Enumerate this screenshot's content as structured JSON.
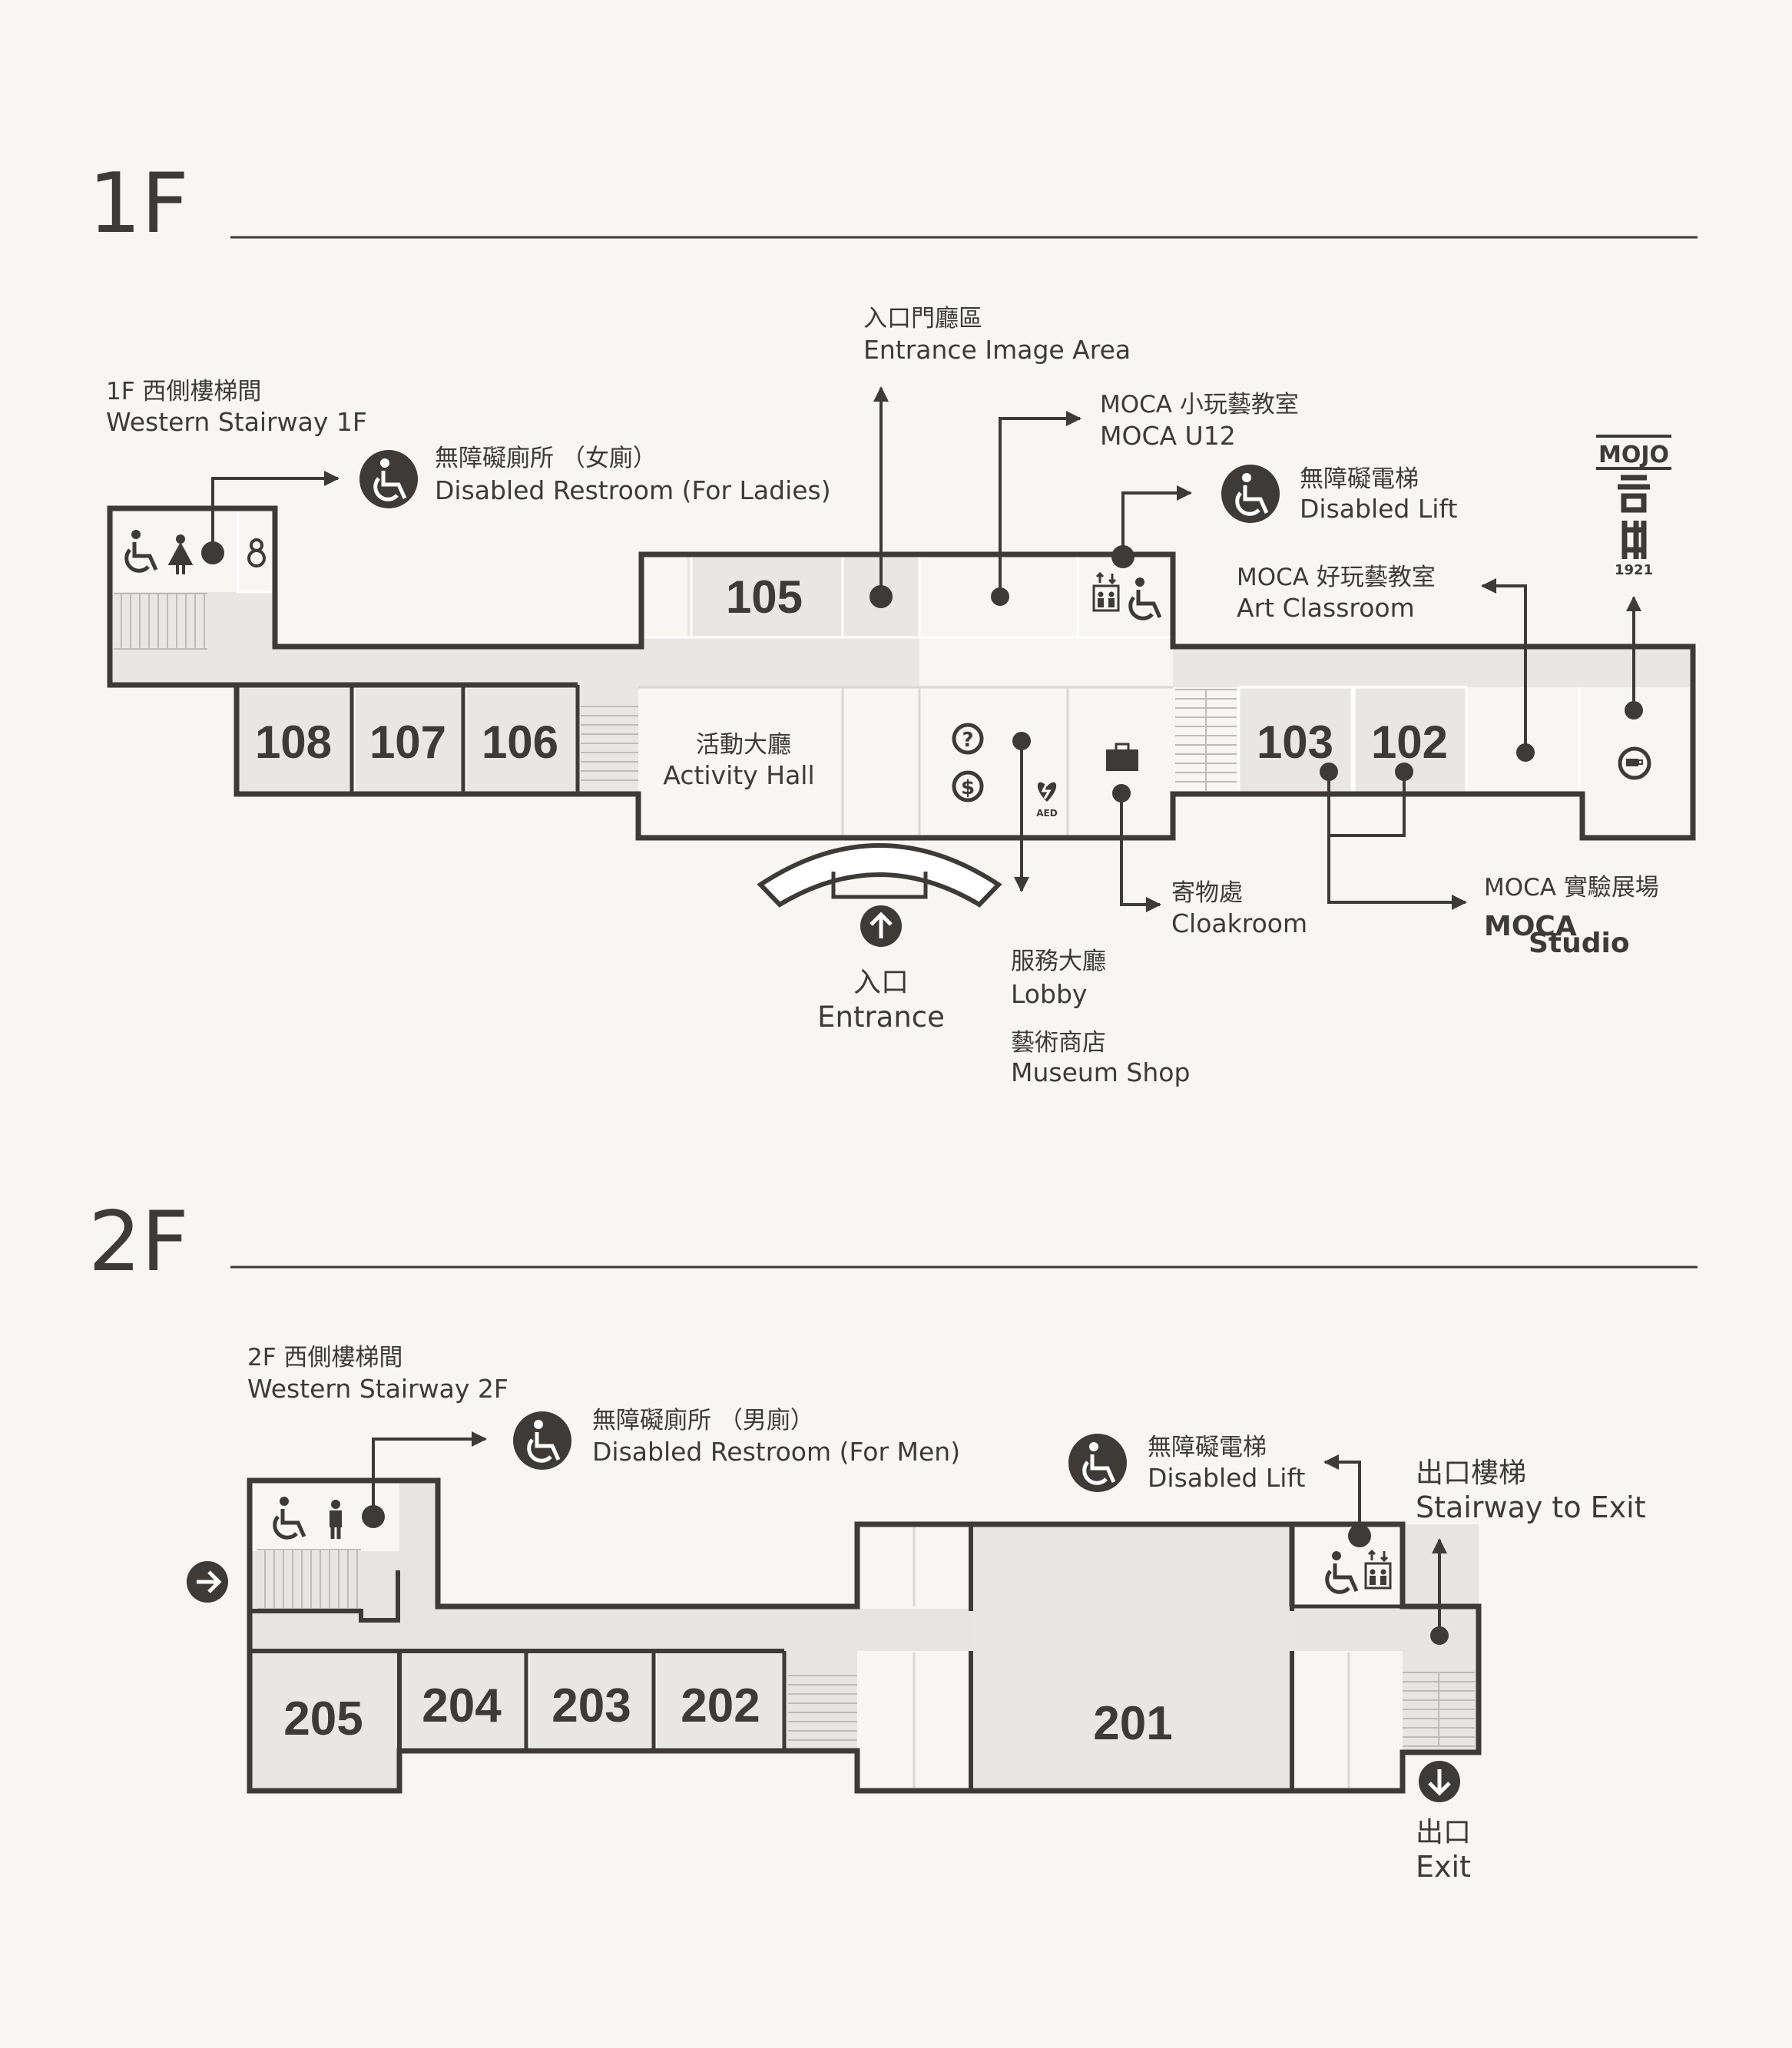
{
  "floors": {
    "f1": {
      "title": "1F"
    },
    "f2": {
      "title": "2F"
    }
  },
  "f1": {
    "rooms": [
      "105",
      "108",
      "107",
      "106",
      "103",
      "102"
    ],
    "activity_hall": {
      "zh": "活動大廳",
      "en": "Activity Hall"
    },
    "labels": {
      "stair_zh": "1F 西側樓梯間",
      "stair_en": "Western Stairway 1F",
      "restroom_zh": "無障礙廁所 （女廁）",
      "restroom_en": "Disabled Restroom (For Ladies)",
      "entrance_area_zh": "入口門廳區",
      "entrance_area_en": "Entrance Image Area",
      "u12_zh": "MOCA 小玩藝教室",
      "u12_en": "MOCA U12",
      "lift_zh": "無障礙電梯",
      "lift_en": "Disabled Lift",
      "art_zh": "MOCA 好玩藝教室",
      "art_en": "Art Classroom",
      "entrance_zh": "入口",
      "entrance_en": "Entrance",
      "lobby_zh": "服務大廳",
      "lobby_en": "Lobby",
      "shop_zh": "藝術商店",
      "shop_en": "Museum Shop",
      "cloak_zh": "寄物處",
      "cloak_en": "Cloakroom",
      "studio_zh": "MOCA 實驗展場",
      "studio_logo_a": "MOCA",
      "studio_logo_b": "Studio"
    },
    "mojo": {
      "name": "MOJO",
      "year": "1921"
    },
    "aed": "AED"
  },
  "f2": {
    "rooms": [
      "205",
      "204",
      "203",
      "202",
      "201"
    ],
    "labels": {
      "stair_zh": "2F 西側樓梯間",
      "stair_en": "Western Stairway 2F",
      "restroom_zh": "無障礙廁所 （男廁）",
      "restroom_en": "Disabled Restroom (For Men)",
      "lift_zh": "無障礙電梯",
      "lift_en": "Disabled Lift",
      "exit_stair_zh": "出口樓梯",
      "exit_stair_en": "Stairway to Exit",
      "exit_zh": "出口",
      "exit_en": "Exit"
    }
  },
  "colors": {
    "wall": "#3d3a38",
    "room_fill": "#e8e7e5",
    "corridor": "#e6e5e3",
    "background": "#f7f6f3"
  }
}
